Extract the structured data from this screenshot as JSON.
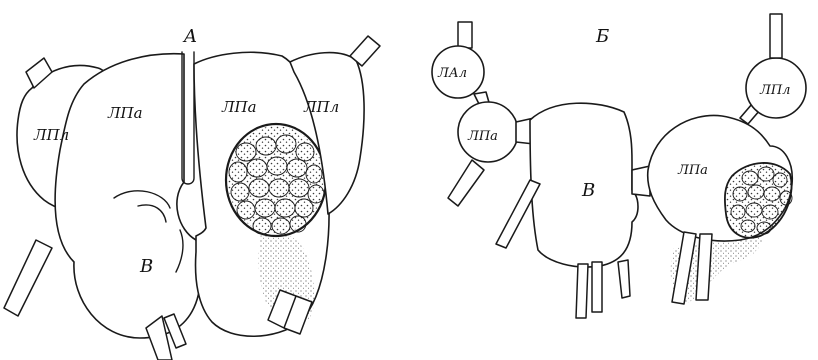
{
  "panels": {
    "A": {
      "title": "A",
      "labels": {
        "pl_left": "ЛПл",
        "pa_left": "ЛПа",
        "pa_right": "ЛПа",
        "pl_right": "ЛПл",
        "b": "B"
      }
    },
    "B": {
      "title": "Б",
      "labels": {
        "pl_left": "ЛАл",
        "pa_left": "ЛПа",
        "b": "B",
        "pa_right": "ЛПа",
        "pl_right": "ЛПл"
      }
    }
  },
  "colors": {
    "line": "#1a1a1a",
    "stipple": "#3a3a3a"
  }
}
